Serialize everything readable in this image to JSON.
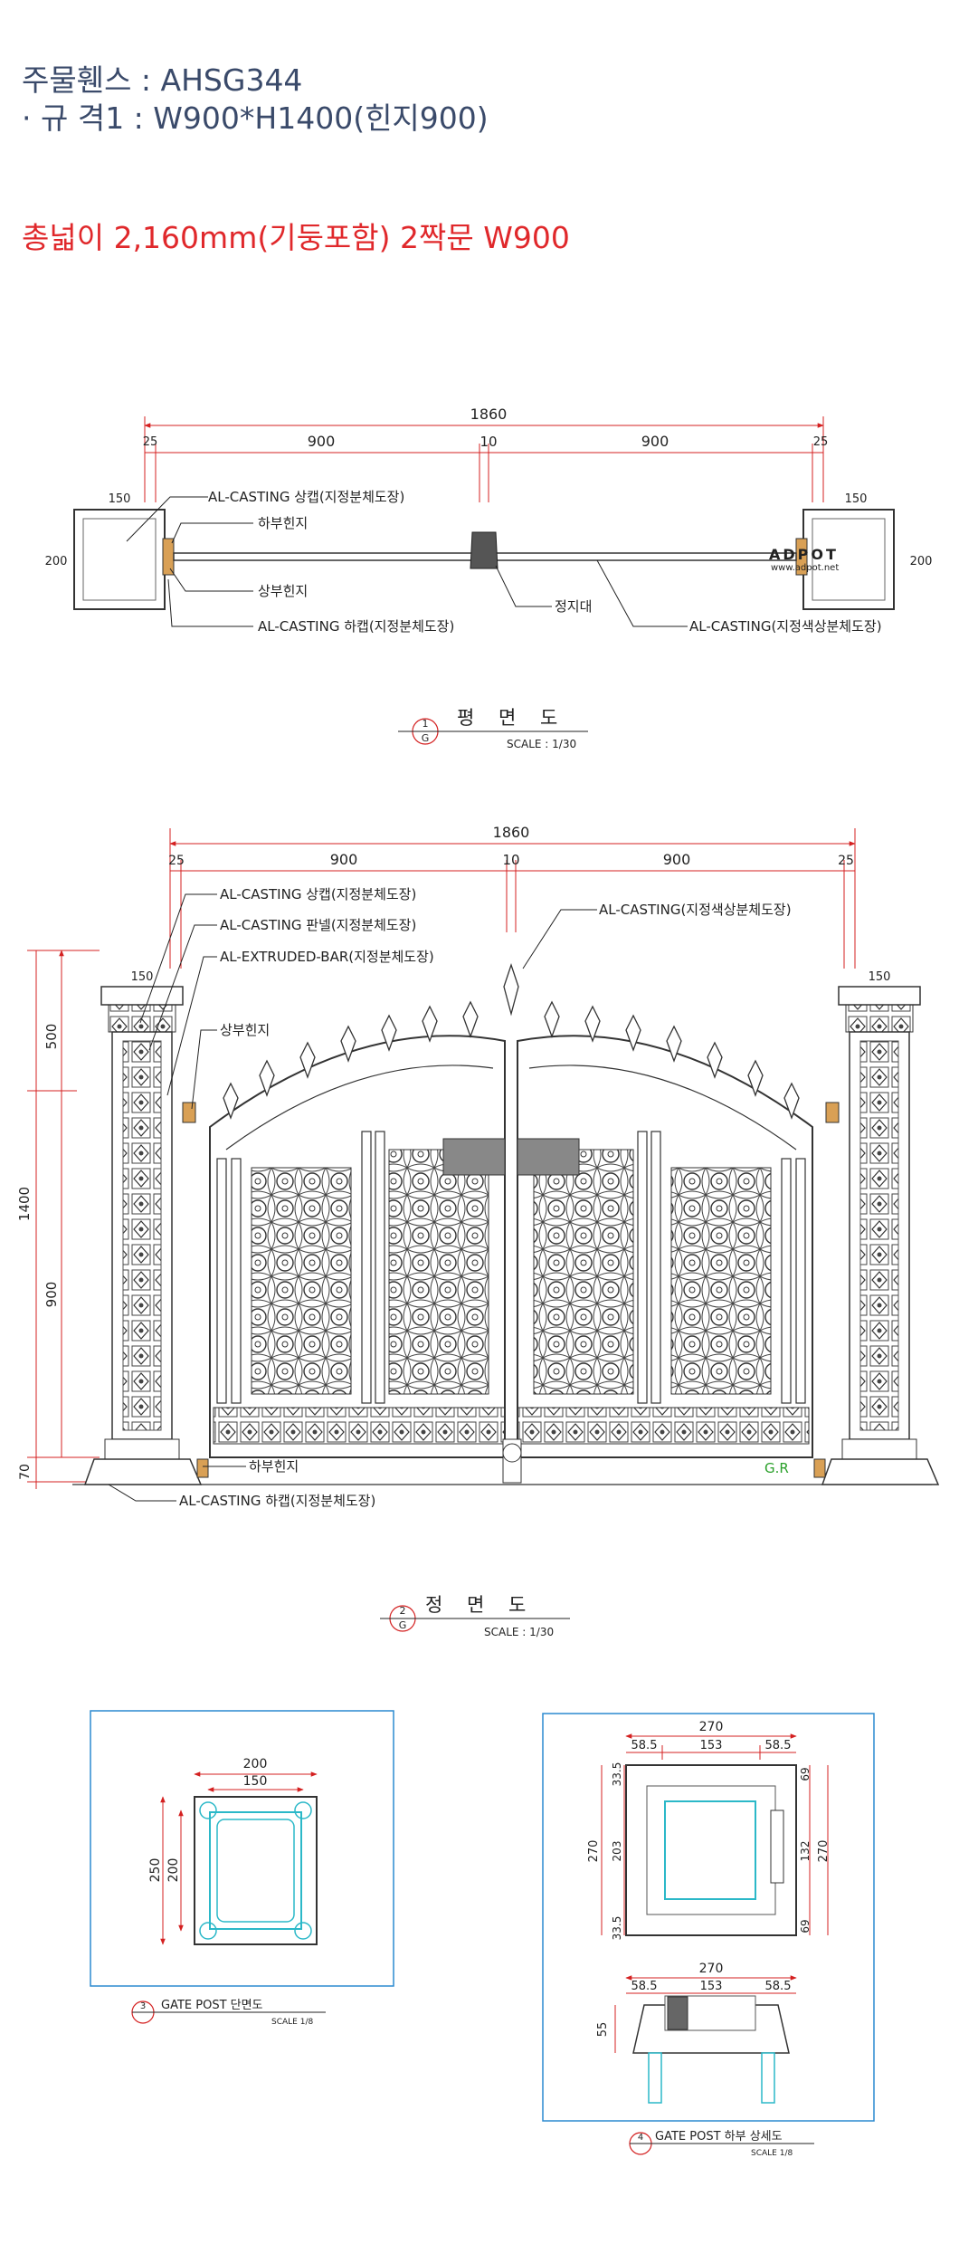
{
  "header": {
    "line1": "주물휀스 : AHSG344",
    "line2": "· 규 격1 : W900*H1400(힌지900)",
    "line3": "총넓이 2,160mm(기둥포함) 2짝문 W900"
  },
  "plan": {
    "dim_total": "1860",
    "dim_25": "25",
    "dim_900": "900",
    "dim_10": "10",
    "dim_150": "150",
    "dim_200": "200",
    "label_top_cap": "AL-CASTING 상캡(지정분체도장)",
    "label_lower_hinge": "하부힌지",
    "label_upper_hinge": "상부힌지",
    "label_bottom_cap": "AL-CASTING 하캡(지정분체도장)",
    "label_stopper": "정지대",
    "label_casting": "AL-CASTING(지정색상분체도장)",
    "watermark": "ADPOT",
    "watermark_url": "www.adpot.net",
    "title_no": "1",
    "title_g": "G",
    "title": "평 면 도",
    "scale": "SCALE : 1/30"
  },
  "front": {
    "dim_total": "1860",
    "dim_25": "25",
    "dim_900": "900",
    "dim_10": "10",
    "dim_150": "150",
    "dim_500": "500",
    "dim_1400": "1400",
    "dim_70": "70",
    "label_top_cap": "AL-CASTING 상캡(지정분체도장)",
    "label_panel": "AL-CASTING 판넬(지정분체도장)",
    "label_bar": "AL-EXTRUDED-BAR(지정분체도장)",
    "label_casting": "AL-CASTING(지정색상분체도장)",
    "label_upper_hinge": "상부힌지",
    "label_lower_hinge": "하부힌지",
    "label_bottom_cap": "AL-CASTING 하캡(지정분체도장)",
    "label_gr": "G.R",
    "title_no": "2",
    "title_g": "G",
    "title": "정 면 도",
    "scale": "SCALE : 1/30"
  },
  "detail3": {
    "dim_200": "200",
    "dim_150": "150",
    "dim_250": "250",
    "title_no": "3",
    "title": "GATE POST 단면도",
    "scale": "SCALE 1/8"
  },
  "detail4": {
    "dim_270": "270",
    "dim_58": "58.5",
    "dim_153": "153",
    "dim_33": "33.5",
    "dim_203": "203",
    "dim_69": "69",
    "dim_132": "132",
    "dim_55": "55",
    "title_no": "4",
    "title": "GATE POST 하부 상세도",
    "scale": "SCALE 1/8"
  },
  "colors": {
    "header_text": "#3a4a6a",
    "highlight": "#e0282b",
    "dimension": "#d42020",
    "line": "#222222",
    "panel": "#2b8ad0",
    "gr": "#2aa02a"
  }
}
